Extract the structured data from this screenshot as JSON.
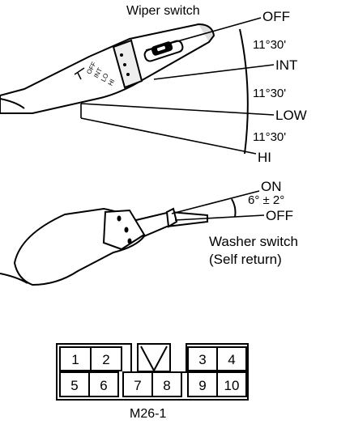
{
  "wiper": {
    "title": "Wiper switch",
    "positions": [
      "OFF",
      "INT",
      "LOW",
      "HI"
    ],
    "angles": [
      "11°30'",
      "11°30'",
      "11°30'"
    ],
    "knob_markings": [
      "OFF",
      "INT",
      "LO",
      "HI"
    ]
  },
  "washer": {
    "on_label": "ON",
    "off_label": "OFF",
    "angle": "6° ± 2°",
    "title": "Washer switch",
    "note": "(Self return)"
  },
  "connector": {
    "top_pins": [
      "1",
      "2",
      "3",
      "4"
    ],
    "bottom_pins": [
      "5",
      "6",
      "7",
      "8",
      "9",
      "10"
    ],
    "code": "M26-1"
  }
}
